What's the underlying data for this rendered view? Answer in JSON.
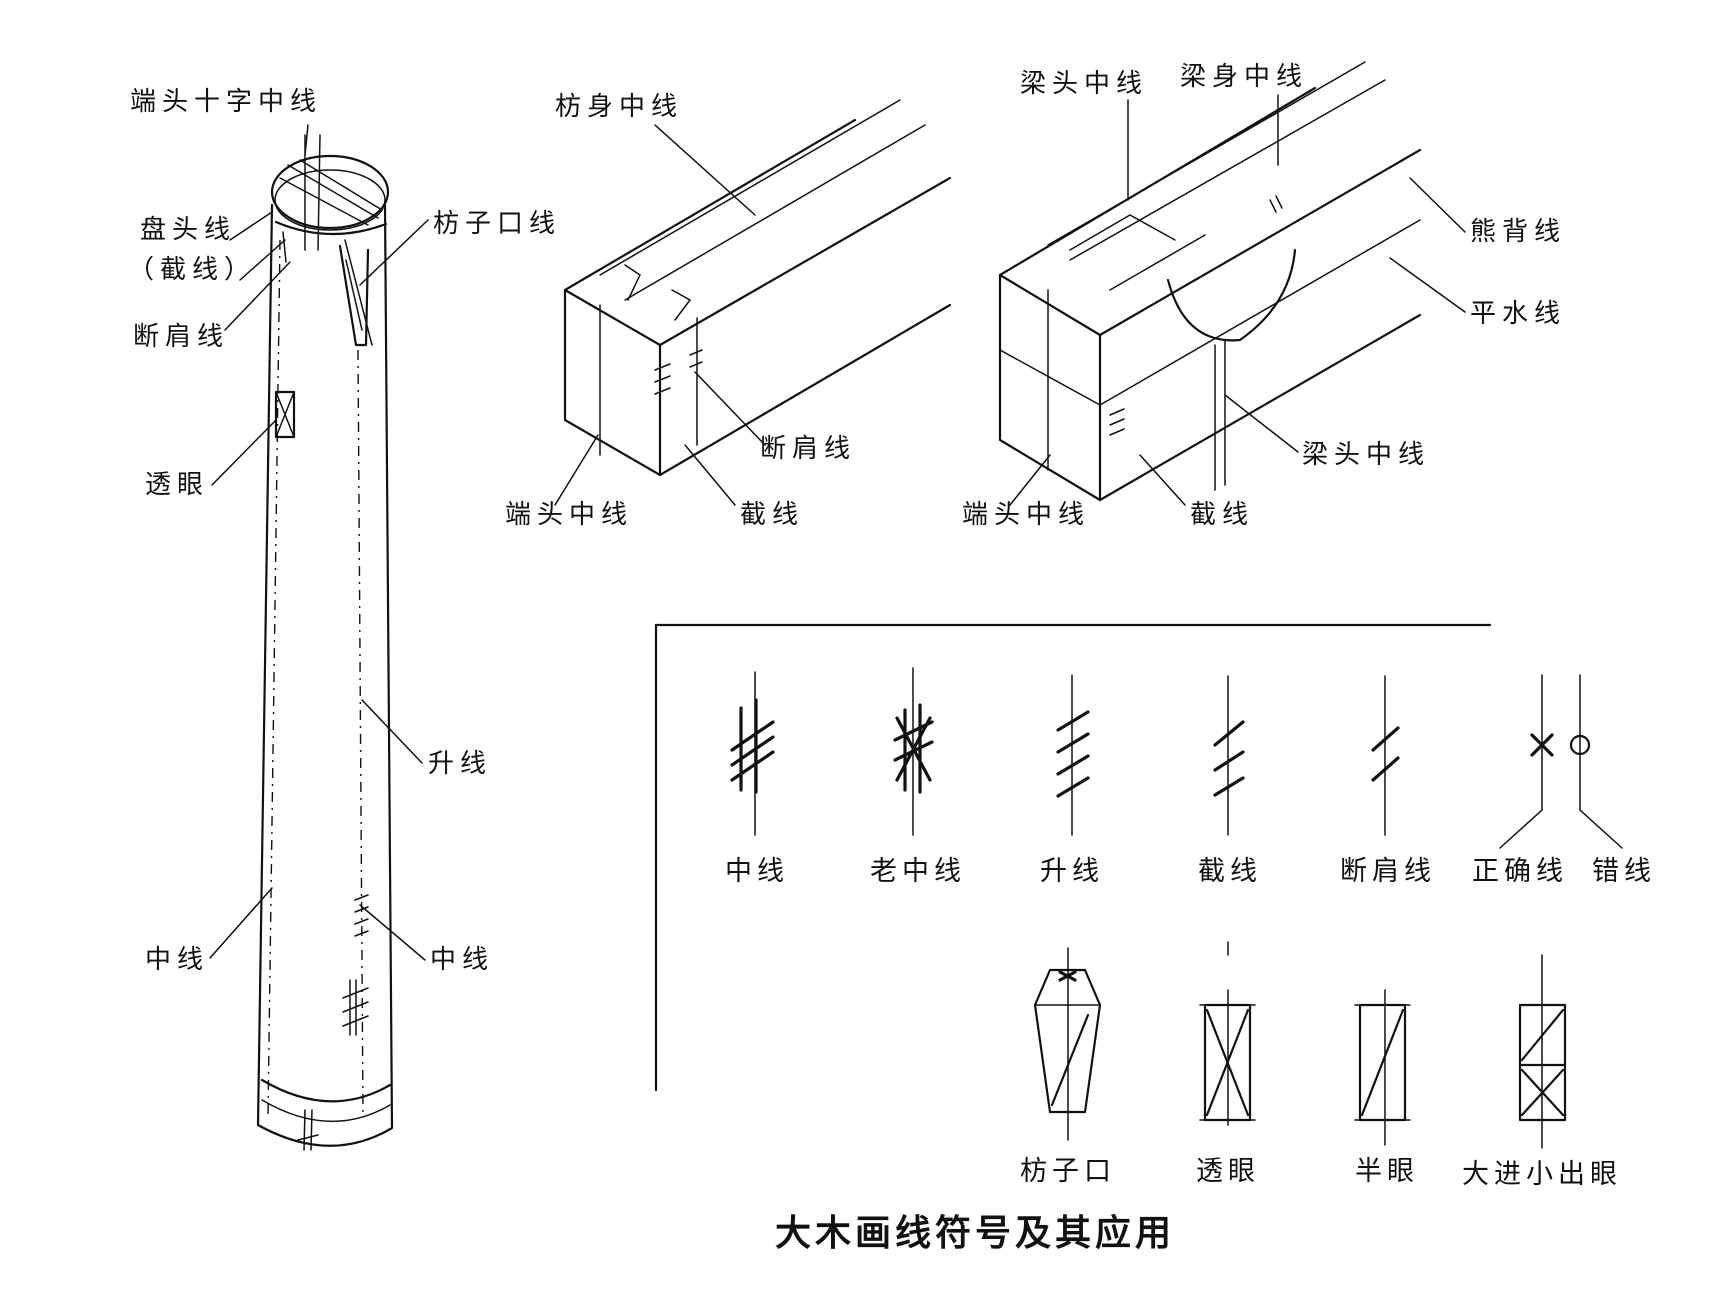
{
  "caption": "大木画线符号及其应用",
  "column": {
    "end_cross_line": "端头十字中线",
    "pan_tou_line": "盘头线",
    "jie_line_paren": "（截线）",
    "duan_jian_line": "断肩线",
    "fang_zi_kou_line": "枋子口线",
    "tou_yan": "透眼",
    "sheng_line": "升线",
    "center_line_left": "中线",
    "center_line_right": "中线"
  },
  "tie_beam": {
    "body_center_line": "枋身中线",
    "duan_jian_line": "断肩线",
    "end_center_line": "端头中线",
    "jie_line": "截线"
  },
  "main_beam": {
    "head_center_line_top": "梁头中线",
    "body_center_line": "梁身中线",
    "bear_back_line": "熊背线",
    "level_line": "平水线",
    "head_center_line_bottom": "梁头中线",
    "end_center_line": "端头中线",
    "jie_line": "截线"
  },
  "legend": {
    "row1": [
      "中线",
      "老中线",
      "升线",
      "截线",
      "断肩线",
      "正确线",
      "错线"
    ],
    "row2": [
      "枋子口",
      "透眼",
      "半眼",
      "大进小出眼"
    ]
  }
}
